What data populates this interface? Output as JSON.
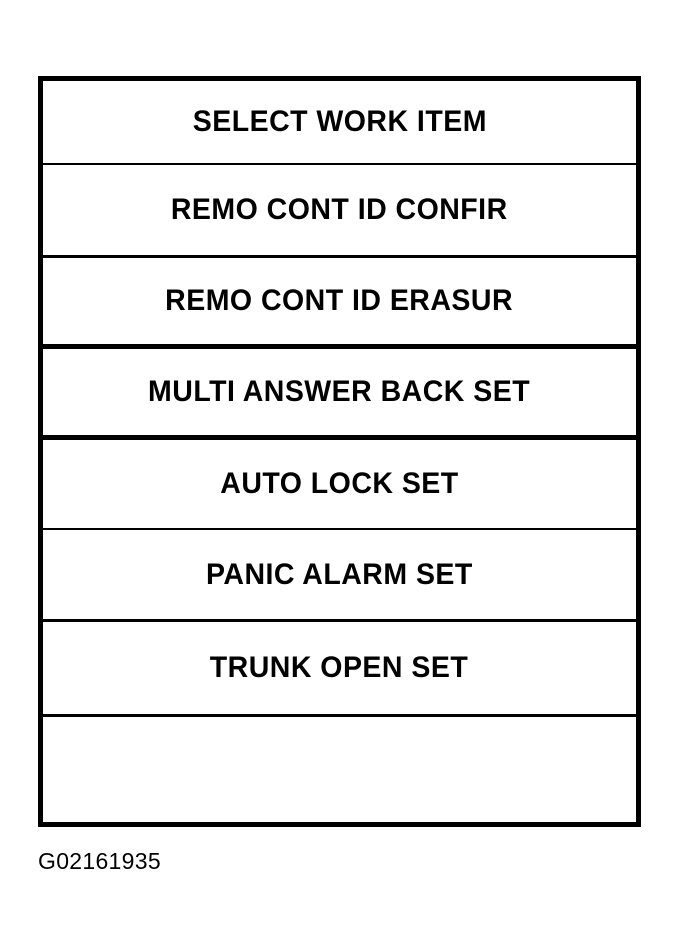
{
  "figure": {
    "caption": "G02161935",
    "screen_title": "SELECT WORK ITEM"
  },
  "menu": {
    "rows": [
      {
        "label": "SELECT WORK ITEM",
        "kind": "header",
        "blank": false
      },
      {
        "label": "REMO CONT ID CONFIR",
        "kind": "item",
        "blank": false
      },
      {
        "label": "REMO CONT ID ERASUR",
        "kind": "item",
        "blank": false
      },
      {
        "label": "MULTI ANSWER BACK SET",
        "kind": "item",
        "blank": false
      },
      {
        "label": "AUTO LOCK SET",
        "kind": "item",
        "blank": false
      },
      {
        "label": "PANIC ALARM SET",
        "kind": "item",
        "blank": false
      },
      {
        "label": "TRUNK OPEN SET",
        "kind": "item",
        "blank": false
      },
      {
        "label": "",
        "kind": "item",
        "blank": true
      }
    ]
  },
  "colors": {
    "ink": "#000000",
    "paper": "#ffffff"
  }
}
